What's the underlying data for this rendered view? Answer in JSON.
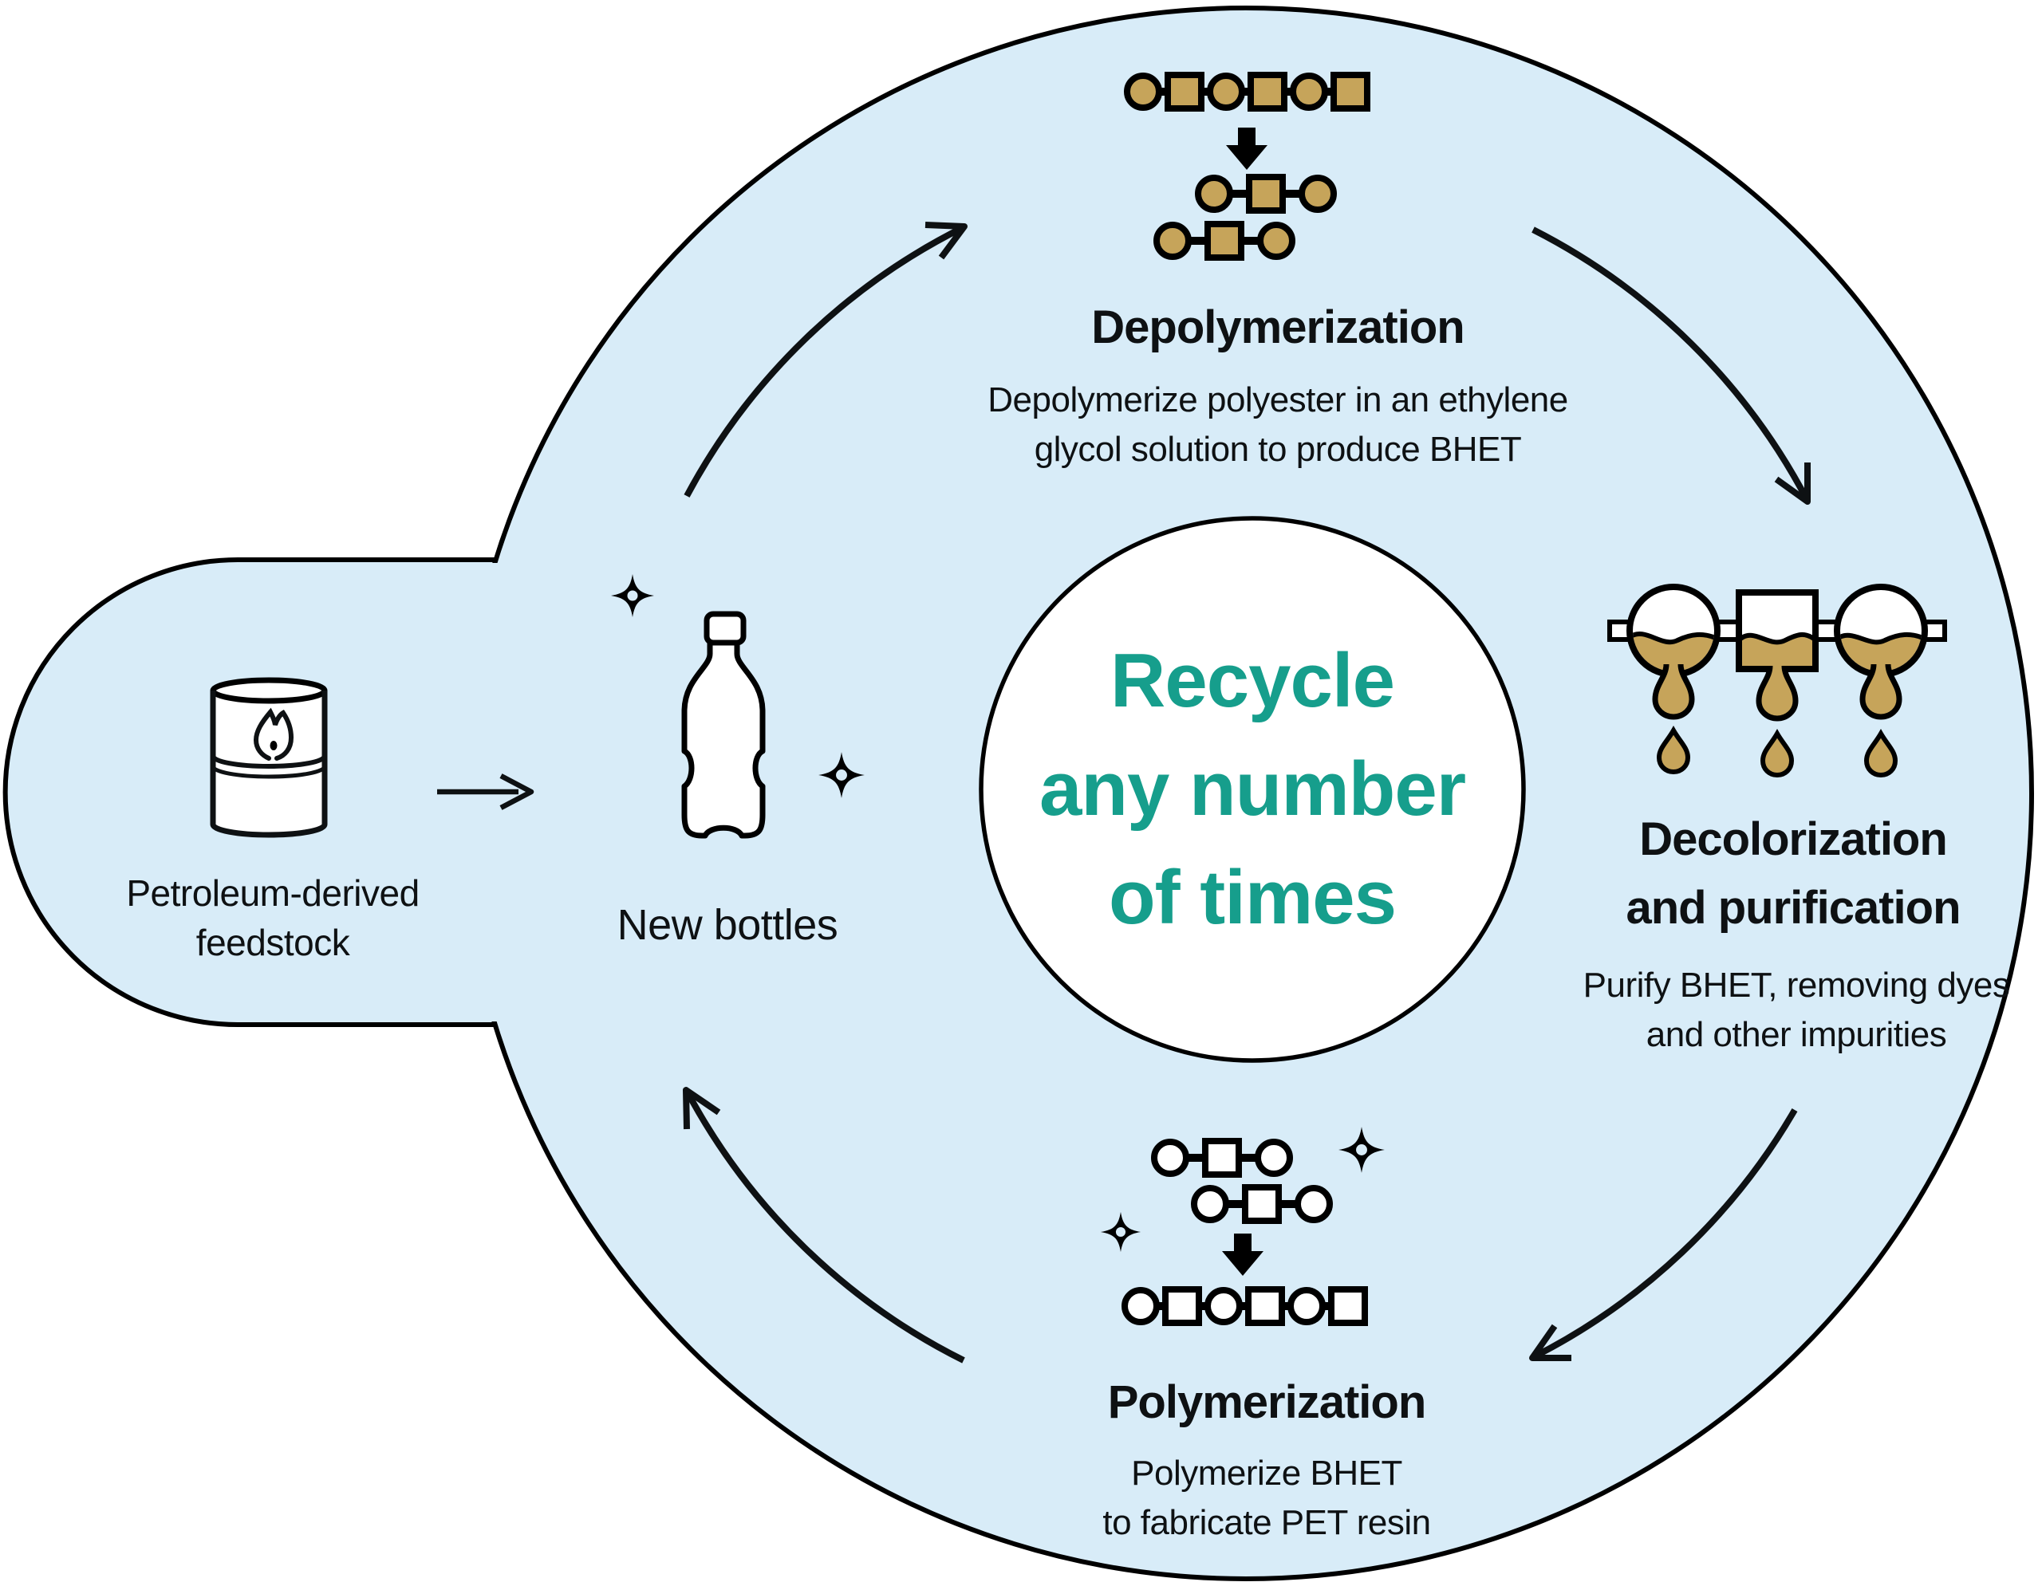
{
  "colors": {
    "background": "#ffffff",
    "blob_fill": "#D8ECF8",
    "outline": "#000000",
    "accent_teal": "#169E8C",
    "liquid_gold": "#C6A45A"
  },
  "center_circle": {
    "line1": "Recycle",
    "line2": "any number",
    "line3": "of times"
  },
  "stages": {
    "depolymerization": {
      "title": "Depolymerization",
      "description_line1": "Depolymerize polyester in an ethylene",
      "description_line2": "glycol solution to produce BHET"
    },
    "decolorization": {
      "title_line1": "Decolorization",
      "title_line2": "and purification",
      "description_line1": "Purify BHET, removing dyes",
      "description_line2": "and other impurities"
    },
    "polymerization": {
      "title": "Polymerization",
      "description_line1": "Polymerize BHET",
      "description_line2": "to fabricate PET resin"
    }
  },
  "feedstock": {
    "label_line1": "Petroleum-derived",
    "label_line2": "feedstock"
  },
  "new_bottles": {
    "label": "New bottles"
  },
  "icons": {
    "barrel": "oil-barrel-icon",
    "flame": "flame-icon",
    "bottle": "water-bottle-icon",
    "sparkle": "sparkle-icon",
    "polymer_chain": "polymer-chain-icon",
    "monomer_chain": "monomer-chain-icon",
    "down_arrow": "down-arrow-icon",
    "flasks": "decolorization-flasks-icon",
    "cycle_arrow": "cycle-arrow-icon",
    "feedstock_arrow": "right-arrow-icon"
  }
}
